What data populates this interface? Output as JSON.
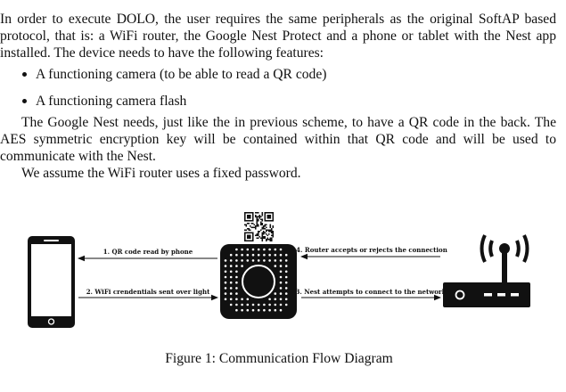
{
  "body": {
    "paragraph_1": "In order to execute DOLO, the user requires the same peripherals as the original SoftAP based protocol, that is: a WiFi router, the Google Nest Protect and a phone or tablet with the Nest app installed. The device needs to have the following features:",
    "bullets": [
      "A functioning camera (to be able to read a QR code)",
      "A functioning camera flash"
    ],
    "paragraph_2": "The Google Nest needs, just like the in previous scheme, to have a QR code in the back. The AES symmetric encryption key will be contained within that QR code and will be used to communicate with the Nest.",
    "paragraph_3": "We assume the WiFi router uses a fixed password."
  },
  "diagram": {
    "arrow_1": "1. QR code read by phone",
    "arrow_2": "2. WiFi crendentials sent over light",
    "arrow_3": "3. Nest attempts to connect to the network",
    "arrow_4": "4. Router accepts or rejects the connection",
    "icons": [
      "smartphone-icon",
      "nest-device-icon",
      "qr-code-icon",
      "wifi-router-icon"
    ]
  },
  "caption": "Figure 1: Communication Flow Diagram"
}
